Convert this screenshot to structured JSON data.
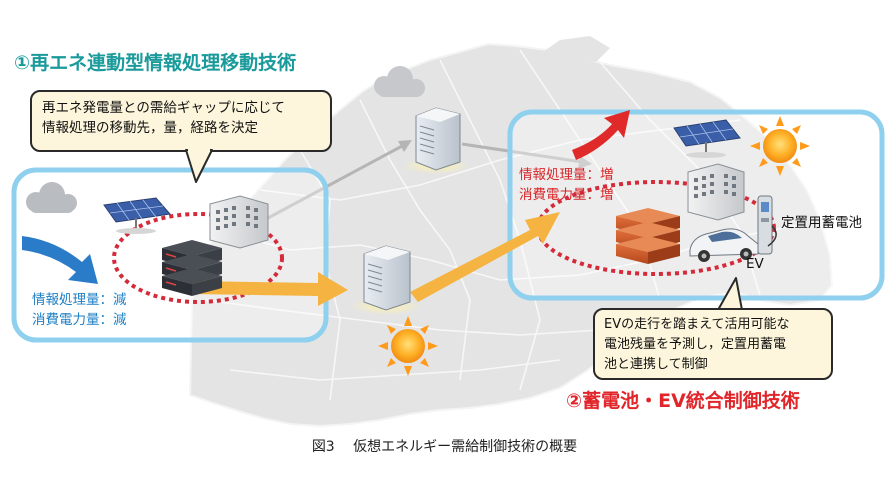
{
  "titles": {
    "left": "①再エネ連動型情報処理移動技術",
    "right": "②蓄電池・EV統合制御技術"
  },
  "callouts": {
    "left": [
      "再エネ発電量との需給ギャップに応じて",
      "情報処理の移動先，量，経路を決定"
    ],
    "right": [
      "EVの走行を踏まえて活用可能な",
      "電池残量を予測し，定置用蓄電",
      "池と連携して制御"
    ]
  },
  "stats": {
    "left": [
      "情報処理量：減",
      "消費電力量：減"
    ],
    "right": [
      "情報処理量：増",
      "消費電力量：増"
    ]
  },
  "labels": {
    "storage": "定置用蓄電池",
    "ev": "EV"
  },
  "caption": "図3　 仮想エネルギー需給制御技術の概要",
  "colors": {
    "teal_title": "#1a9a9b",
    "red_title": "#e0262a",
    "blue_stat": "#1d7fc4",
    "region_border": "#8fd0ee",
    "dashed_ring": "#d42a3a",
    "orange_arrow": "#f5b341",
    "callout_fill": "#fdf6dc"
  },
  "icons": [
    "cloud-icon",
    "solar-panel-icon",
    "office-building-icon",
    "server-rack-icon",
    "datacenter-icon",
    "sun-icon",
    "battery-icon",
    "ev-car-icon",
    "charger-icon"
  ]
}
